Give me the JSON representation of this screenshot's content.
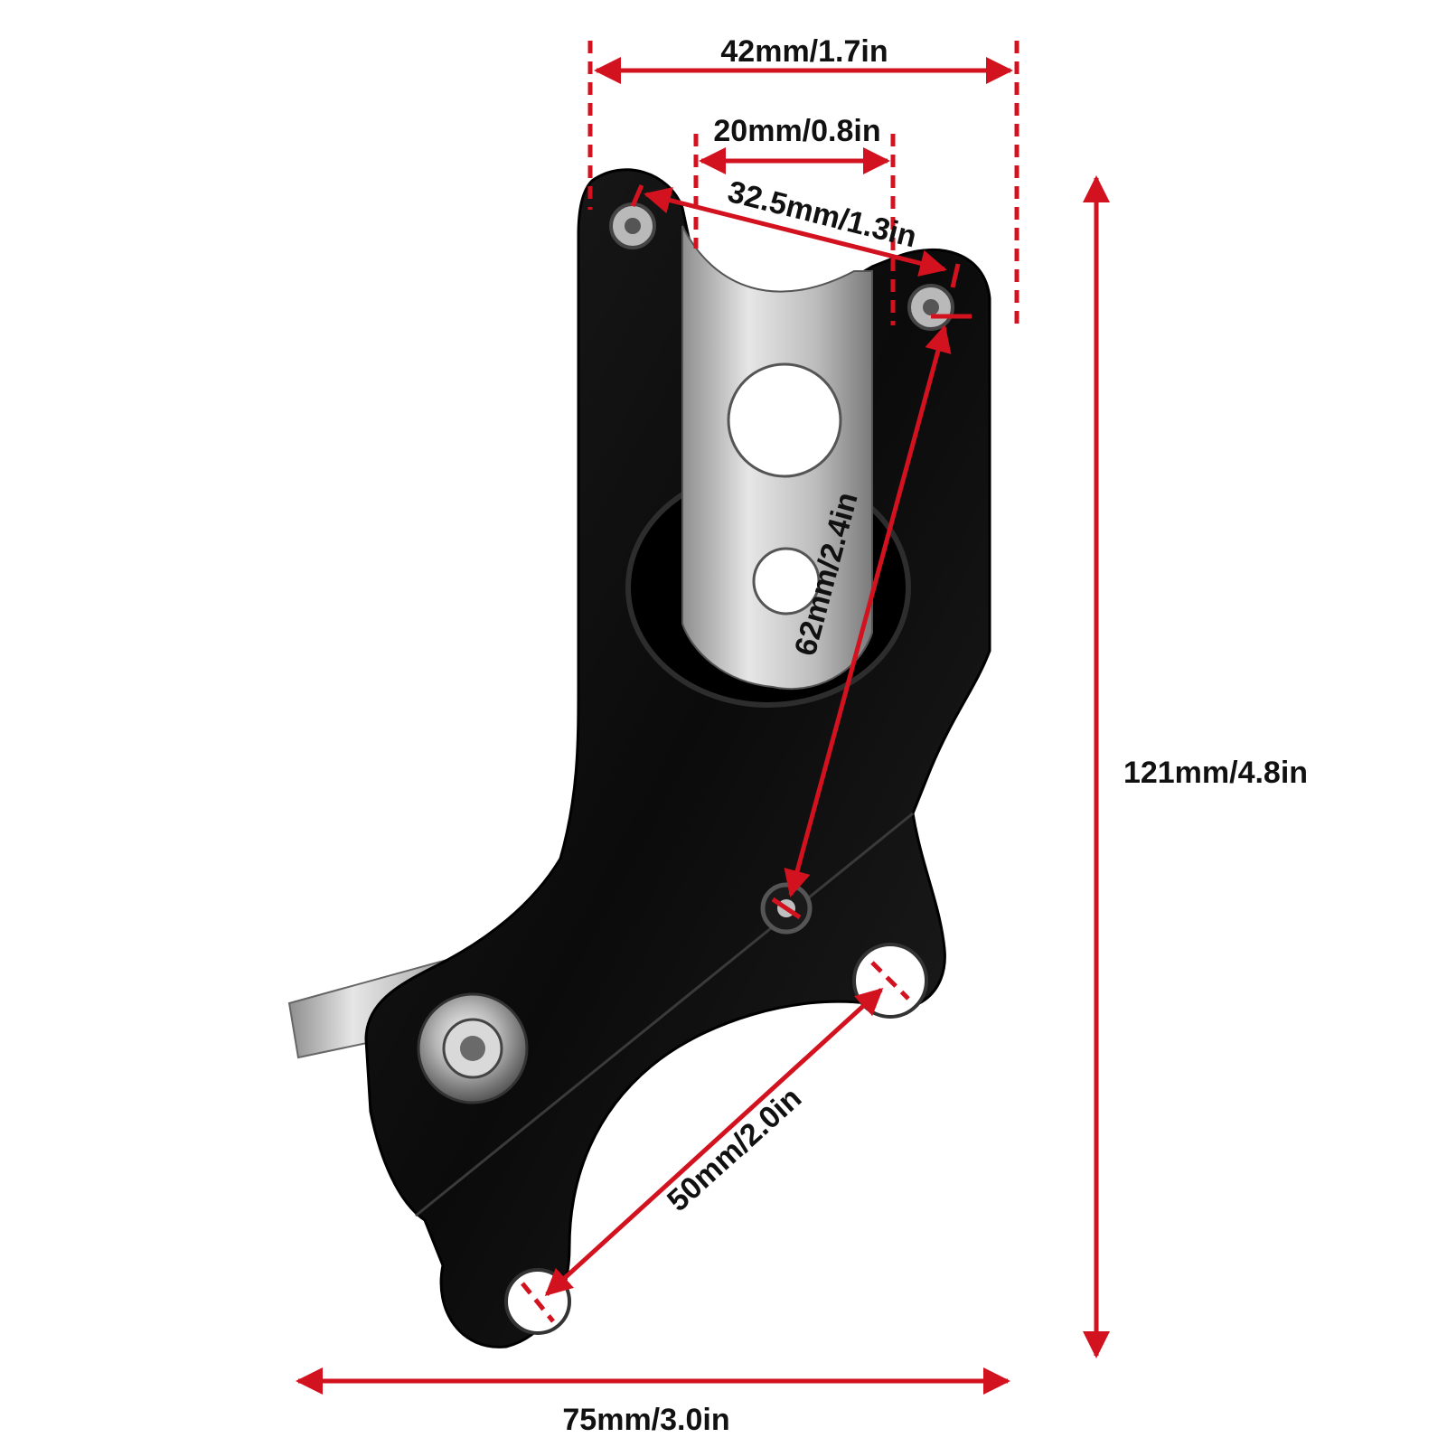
{
  "dimensions": {
    "top_width": "42mm/1.7in",
    "slot_width": "20mm/0.8in",
    "top_hole_spacing": "32.5mm/1.3in",
    "diagonal_hole_spacing": "62mm/2.4in",
    "height": "121mm/4.8in",
    "lower_hole_spacing": "50mm/2.0in",
    "bottom_width": "75mm/3.0in"
  },
  "colors": {
    "dimension_red": "#d3121f",
    "bracket_black": "#0d0d0d",
    "plate_silver": "#c9c9c9"
  }
}
